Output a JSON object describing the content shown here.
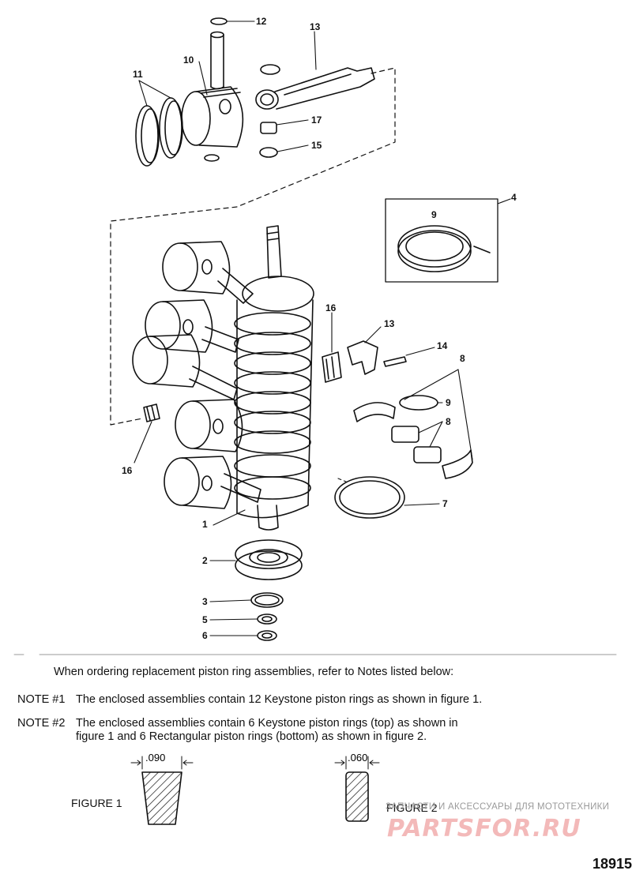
{
  "callouts": {
    "c1": "1",
    "c2": "2",
    "c3": "3",
    "c4": "4",
    "c5": "5",
    "c6": "6",
    "c7": "7",
    "c8a": "8",
    "c8b": "8",
    "c9a": "9",
    "c9b": "9",
    "c10": "10",
    "c11": "11",
    "c12": "12",
    "c13a": "13",
    "c13b": "13",
    "c14": "14",
    "c15": "15",
    "c16a": "16",
    "c16b": "16",
    "c17": "17"
  },
  "notes": {
    "intro": "When ordering replacement piston ring assemblies, refer to Notes listed below:",
    "note1_label": "NOTE #1",
    "note1_text": "The enclosed assemblies contain 12 Keystone piston rings as shown in figure 1.",
    "note2_label": "NOTE #2",
    "note2_line1": "The enclosed assemblies contain 6 Keystone piston rings (top) as shown in",
    "note2_line2": "figure 1 and 6 Rectangular piston rings (bottom) as shown in figure 2."
  },
  "figures": {
    "fig1_label": "FIGURE 1",
    "fig1_dim": ".090",
    "fig2_label": "FIGURE 2",
    "fig2_dim": ".060"
  },
  "watermark": {
    "text": "ЗАПЧАСТИ И АКСЕССУАРЫ ДЛЯ МОТОТЕХНИКИ",
    "logo": "PARTSFOR.RU"
  },
  "doc_number": "18915"
}
